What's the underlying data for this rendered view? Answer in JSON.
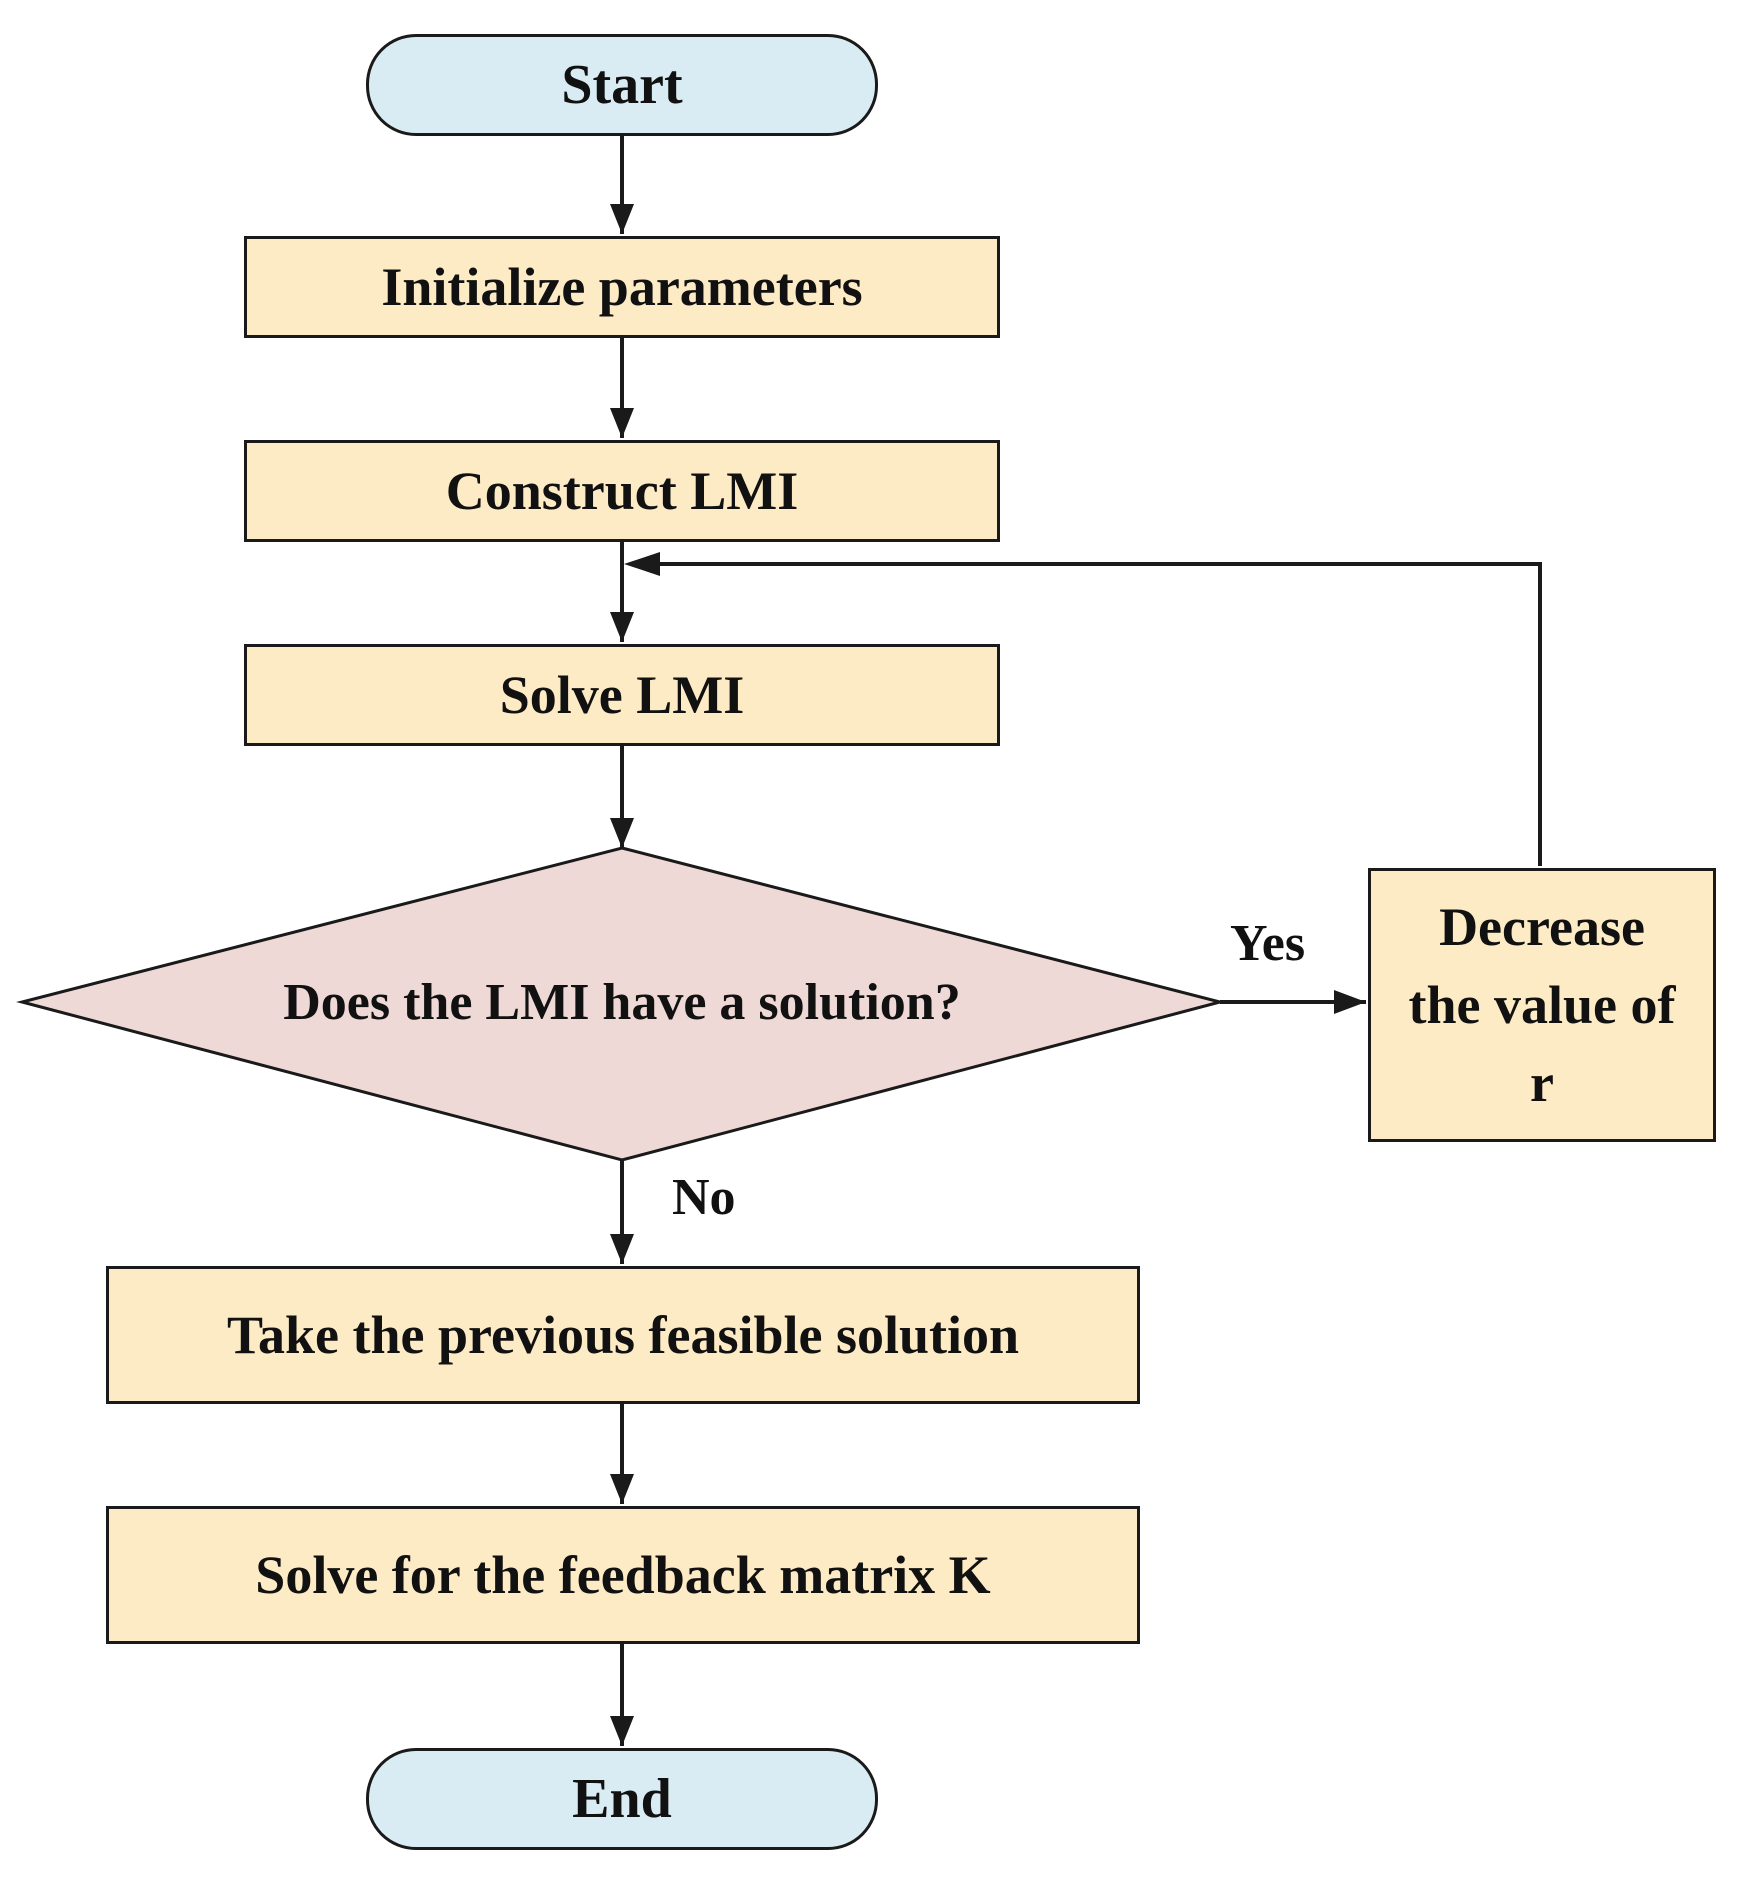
{
  "diagram": {
    "nodes": {
      "start": "Start",
      "init": "Initialize parameters",
      "construct": "Construct LMI",
      "solve": "Solve LMI",
      "decision": "Does the LMI have a solution?",
      "decrease_line1": "Decrease",
      "decrease_line2": "the value of",
      "decrease_line3": "r",
      "take": "Take the previous feasible solution",
      "feedback": "Solve for the feedback matrix K",
      "end": "End"
    },
    "edge_labels": {
      "yes": "Yes",
      "no": "No"
    },
    "colors": {
      "terminal_fill": "#d9ecf3",
      "process_fill": "#fdebc5",
      "decision_fill": "#efd9d6",
      "stroke": "#1a1a1a"
    }
  }
}
